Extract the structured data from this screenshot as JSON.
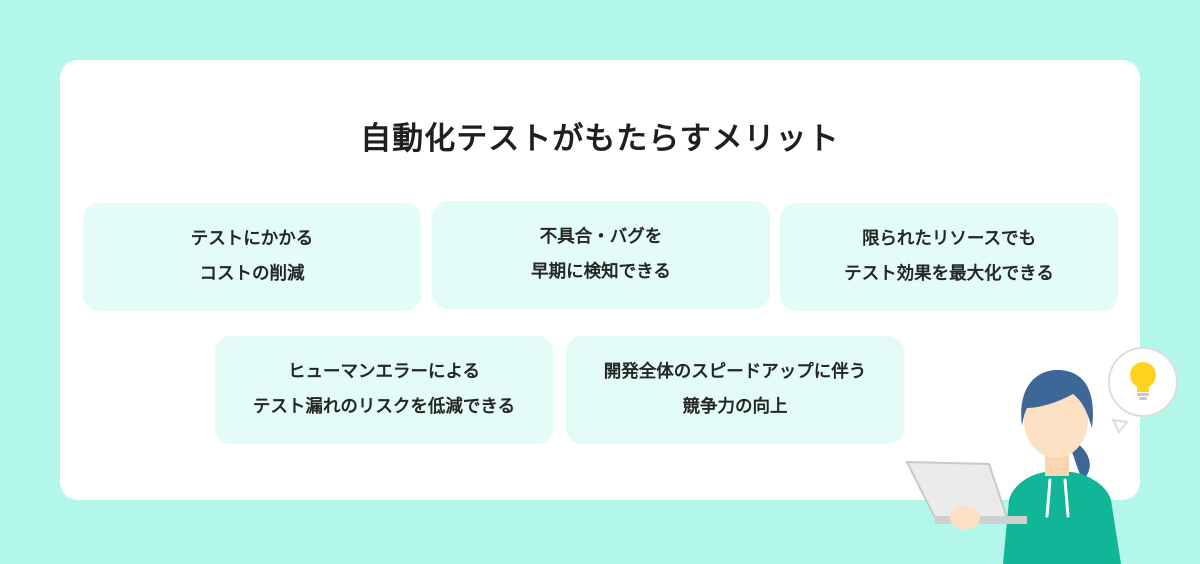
{
  "title": "自動化テストがもたらすメリット",
  "cards": [
    {
      "text": "テストにかかる\nコストの削減"
    },
    {
      "text": "不具合・バグを\n早期に検知できる"
    },
    {
      "text": "限られたリソースでも\nテスト効果を最大化できる"
    },
    {
      "text": "ヒューマンエラーによる\nテスト漏れのリスクを低減できる"
    },
    {
      "text": "開発全体のスピードアップに伴う\n競争力の向上"
    }
  ],
  "colors": {
    "background": "#b3f7eb",
    "panel": "#ffffff",
    "card": "#e3fcf8",
    "text": "#262626",
    "shirt": "#11b597",
    "hair": "#3c6797",
    "bulb": "#ffd21f"
  }
}
